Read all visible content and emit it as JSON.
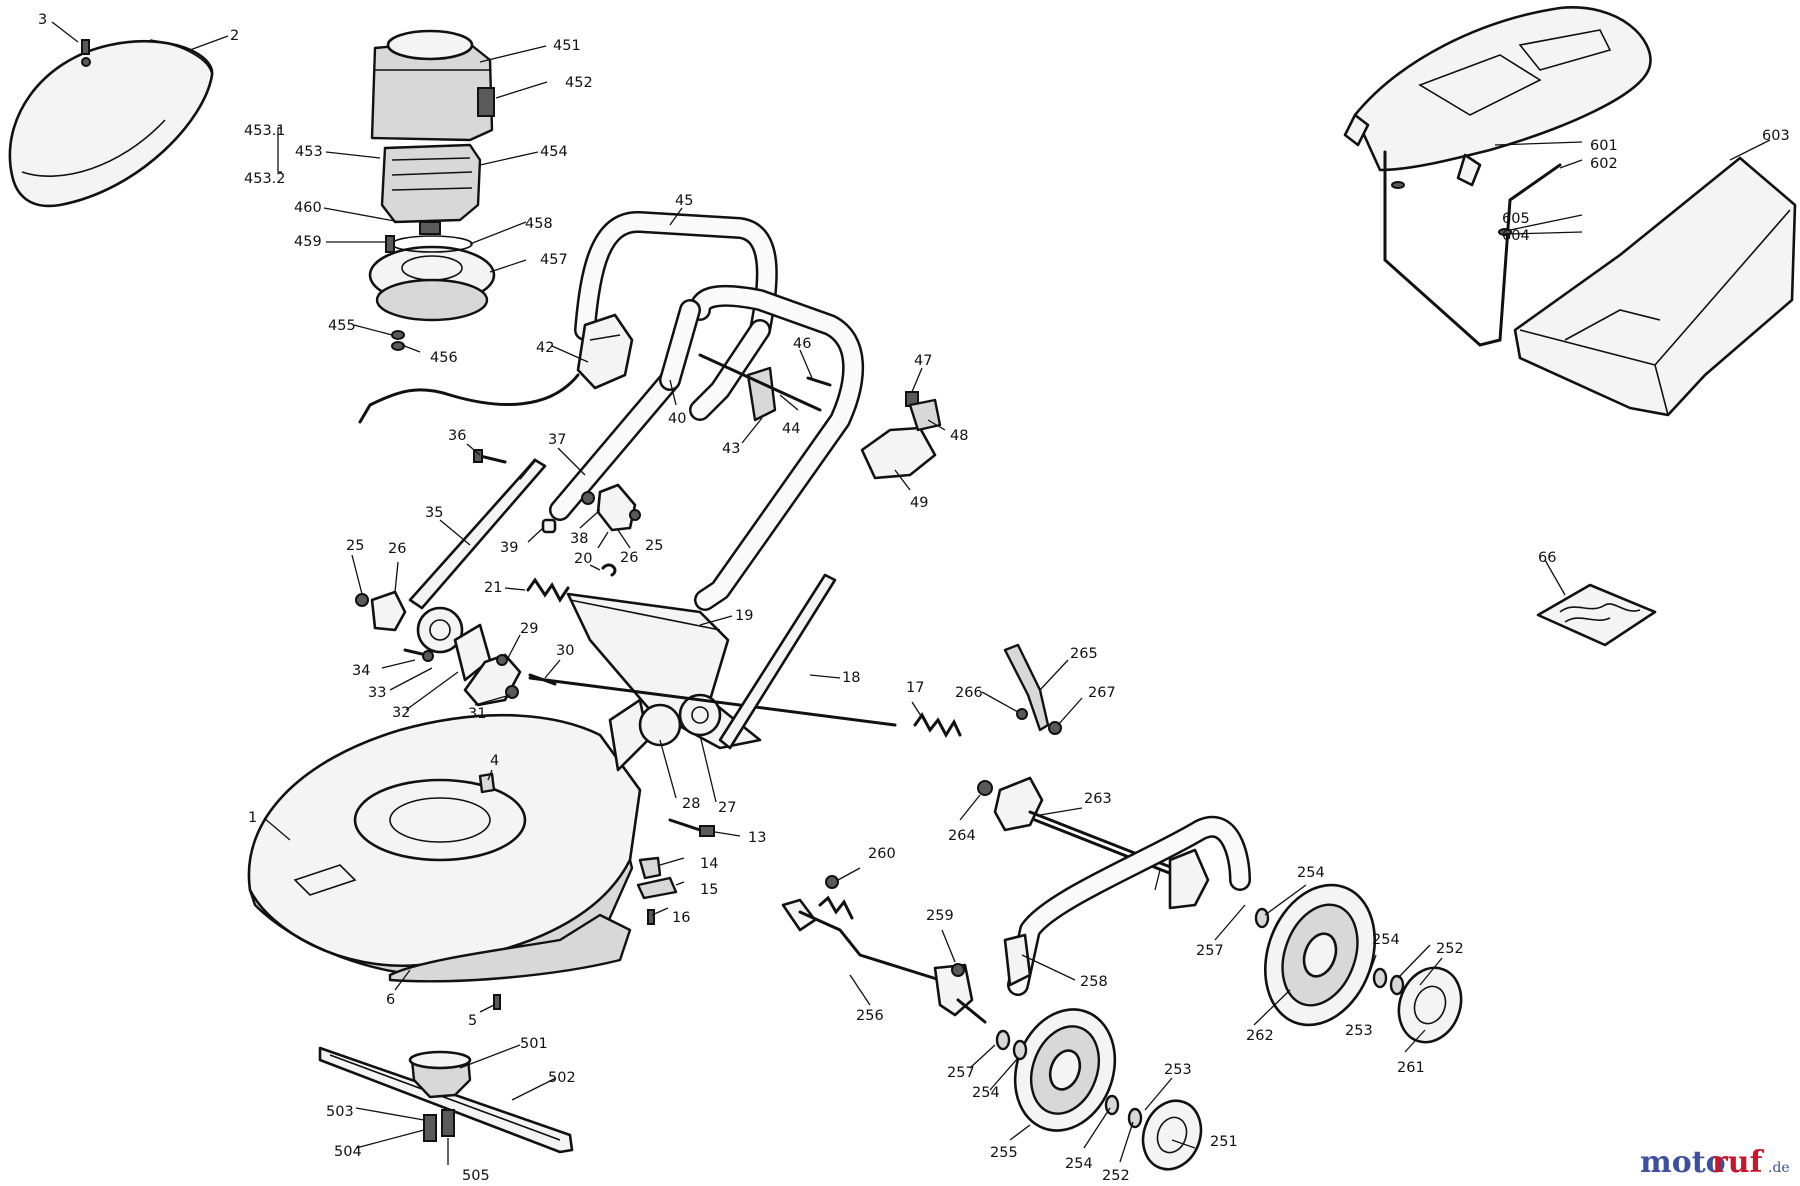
{
  "diagram": {
    "labels": {
      "l1": "1",
      "l2": "2",
      "l3": "3",
      "l4": "4",
      "l5": "5",
      "l6": "6",
      "l13": "13",
      "l14": "14",
      "l15": "15",
      "l16": "16",
      "l17": "17",
      "l18": "18",
      "l19": "19",
      "l20": "20",
      "l21": "21",
      "l25a": "25",
      "l25b": "25",
      "l26a": "26",
      "l26b": "26",
      "l27": "27",
      "l28": "28",
      "l29": "29",
      "l30": "30",
      "l31": "31",
      "l32": "32",
      "l33": "33",
      "l34": "34",
      "l35": "35",
      "l36": "36",
      "l37": "37",
      "l38": "38",
      "l39": "39",
      "l40": "40",
      "l42": "42",
      "l43": "43",
      "l44": "44",
      "l45": "45",
      "l46": "46",
      "l47": "47",
      "l48": "48",
      "l49": "49",
      "l66": "66",
      "l251": "251",
      "l252a": "252",
      "l252b": "252",
      "l253a": "253",
      "l253b": "253",
      "l254a": "254",
      "l254b": "254",
      "l254c": "254",
      "l254d": "254",
      "l255": "255",
      "l256": "256",
      "l257a": "257",
      "l257b": "257",
      "l258": "258",
      "l259": "259",
      "l260": "260",
      "l261": "261",
      "l262": "262",
      "l263": "263",
      "l264": "264",
      "l265": "265",
      "l266": "266",
      "l267": "267",
      "l451": "451",
      "l452": "452",
      "l453": "453",
      "l453_1": "453.1",
      "l453_2": "453.2",
      "l454": "454",
      "l455": "455",
      "l456": "456",
      "l457": "457",
      "l458": "458",
      "l459": "459",
      "l460": "460",
      "l501": "501",
      "l502": "502",
      "l503": "503",
      "l504": "504",
      "l505": "505",
      "l601": "601",
      "l602": "602",
      "l603": "603",
      "l604": "604",
      "l605": "605"
    },
    "watermark": {
      "brand_a": "moto",
      "brand_b": "ruf",
      "domain": ".de"
    }
  }
}
